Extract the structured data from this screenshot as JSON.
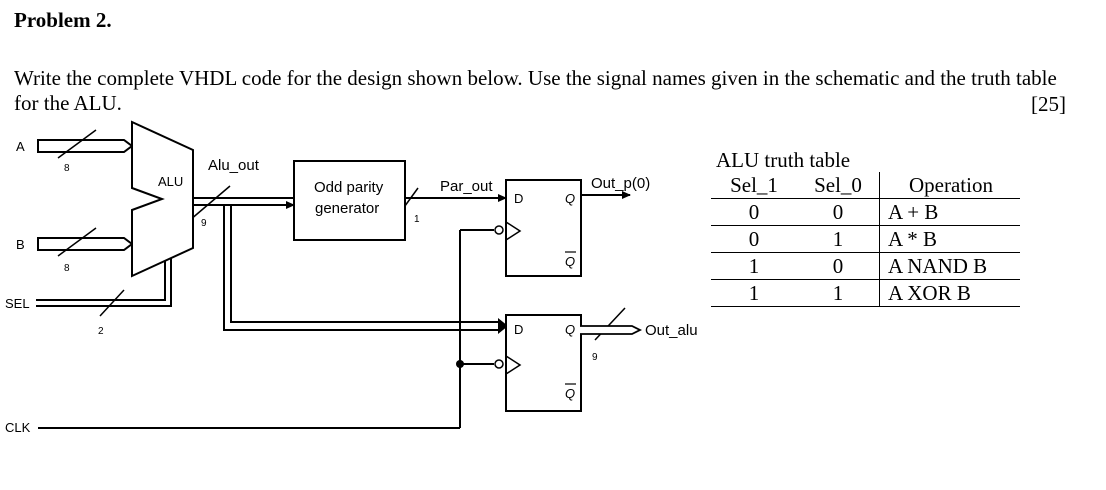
{
  "problem": {
    "title": "Problem 2.",
    "instructions": "Write the complete VHDL code for the design shown below. Use the signal names given in the schematic and the truth table for the ALU.",
    "points": "[25]"
  },
  "schematic": {
    "inputs": {
      "a": "A",
      "b": "B",
      "sel": "SEL",
      "clk": "CLK"
    },
    "bus_widths": {
      "a": "8",
      "b": "8",
      "sel": "2",
      "alu_out": "9",
      "par_out": "1",
      "out_alu": "9"
    },
    "alu_label": "ALU",
    "signals": {
      "alu_out": "Alu_out",
      "par_out": "Par_out",
      "out_p": "Out_p(0)",
      "out_alu": "Out_alu"
    },
    "parity_block": {
      "line1": "Odd parity",
      "line2": "generator"
    },
    "flipflop_ports": {
      "d": "D",
      "q": "Q",
      "qbar": "Q"
    }
  },
  "truth_table": {
    "caption": "ALU truth table",
    "headers": [
      "Sel_1",
      "Sel_0",
      "Operation"
    ],
    "rows": [
      [
        "0",
        "0",
        "A + B"
      ],
      [
        "0",
        "1",
        "A * B"
      ],
      [
        "1",
        "0",
        "A NAND B"
      ],
      [
        "1",
        "1",
        "A XOR B"
      ]
    ]
  }
}
